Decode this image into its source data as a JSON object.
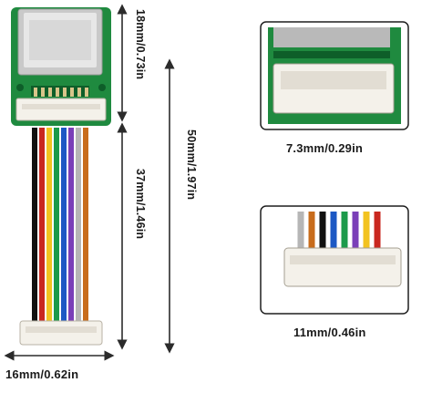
{
  "labels": {
    "module_height": "18mm/0.73in",
    "cable_length": "37mm/1.46in",
    "total_height": "50mm/1.97in",
    "board_width": "16mm/0.62in",
    "connector_small": "7.3mm/0.29in",
    "connector_large": "11mm/0.46in"
  },
  "colors": {
    "pcb": "#1f8a3f",
    "dimension_line": "#2b2b2b",
    "wire_colors": [
      "#111111",
      "#c9271f",
      "#f2c320",
      "#1c9a4a",
      "#1c58c4",
      "#7a3fb8",
      "#b6b6b6",
      "#c86c1c"
    ]
  }
}
